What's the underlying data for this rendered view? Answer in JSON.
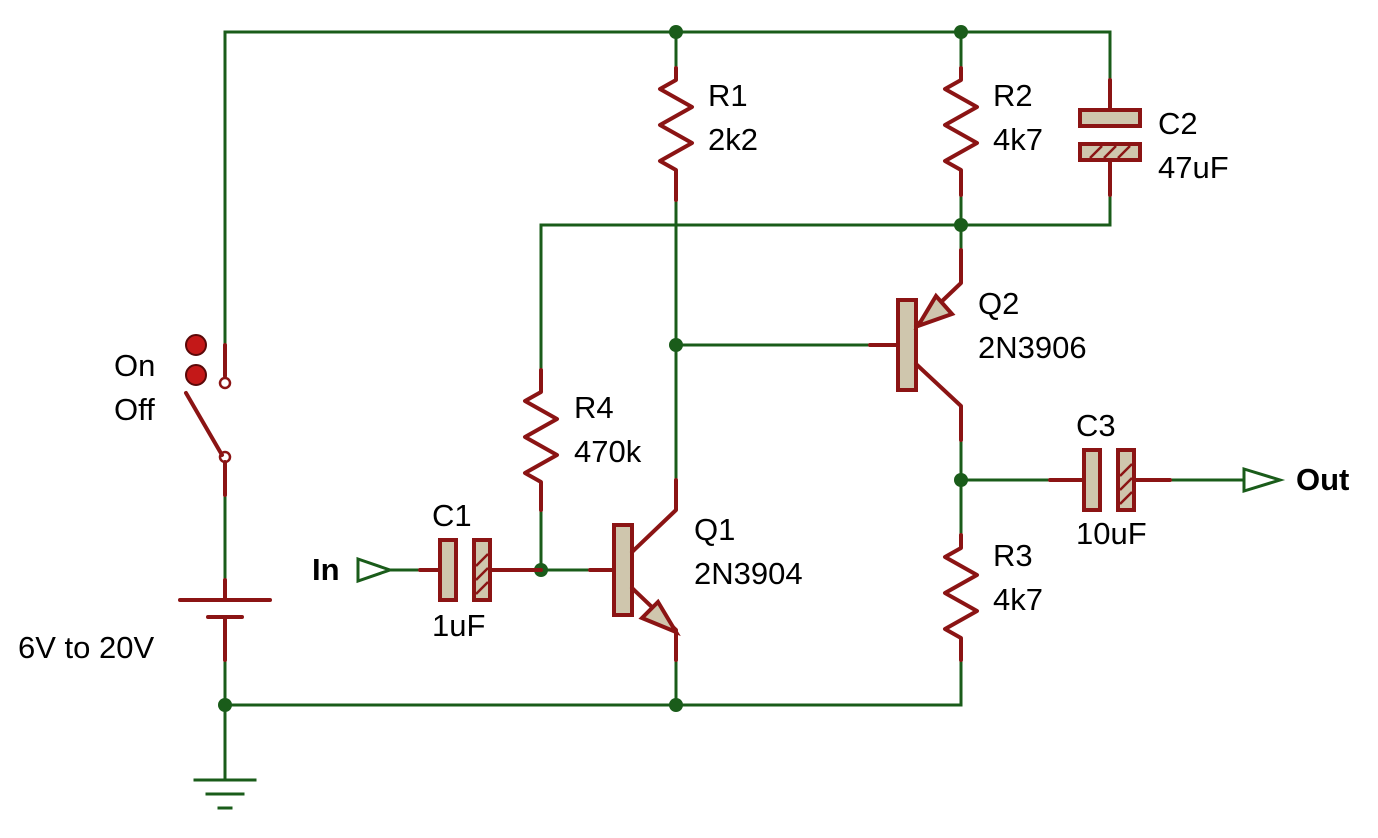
{
  "switch": {
    "on_label": "On",
    "off_label": "Off"
  },
  "battery": {
    "label": "6V to 20V"
  },
  "r1": {
    "name": "R1",
    "value": "2k2"
  },
  "r2": {
    "name": "R2",
    "value": "4k7"
  },
  "r3": {
    "name": "R3",
    "value": "4k7"
  },
  "r4": {
    "name": "R4",
    "value": "470k"
  },
  "c1": {
    "name": "C1",
    "value": "1uF"
  },
  "c2": {
    "name": "C2",
    "value": "47uF"
  },
  "c3": {
    "name": "C3",
    "value": "10uF"
  },
  "q1": {
    "name": "Q1",
    "part": "2N3904"
  },
  "q2": {
    "name": "Q2",
    "part": "2N3906"
  },
  "ports": {
    "input": "In",
    "output": "Out"
  },
  "colors": {
    "wire": "#1a5c1a",
    "component": "#8b1414",
    "component_fill": "#cfc6ad"
  }
}
